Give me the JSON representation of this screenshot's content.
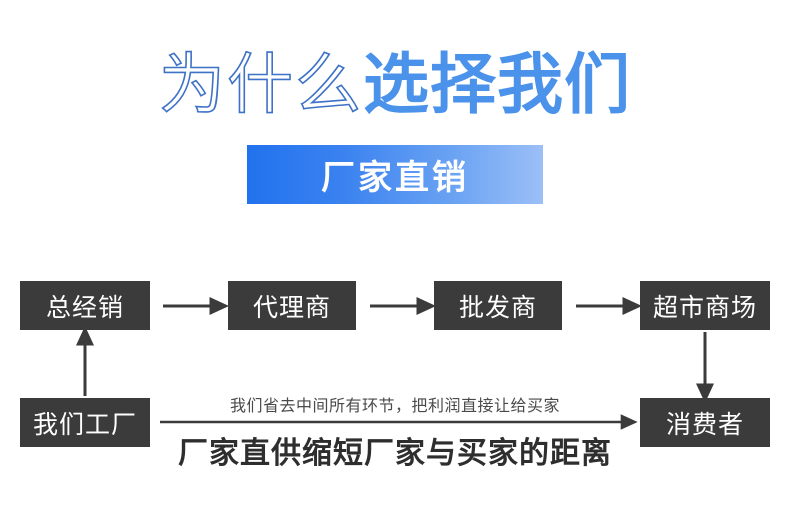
{
  "page": {
    "background_color": "#ffffff",
    "box_color": "#3b3b3b",
    "box_text_color": "#ffffff",
    "arrow_color": "#3b3b3b",
    "accent_blue": "#4a92ea",
    "outline_blue": "#3e72c6"
  },
  "heading": {
    "thin_text": "为什么",
    "bold_text": "选择我们"
  },
  "banner": {
    "text": "厂家直销",
    "gradient_start": "#2272ee",
    "gradient_end": "#9cbff7",
    "text_color": "#ffffff"
  },
  "flow": {
    "top_row": [
      {
        "id": "zongjingxiao",
        "label": "总经销"
      },
      {
        "id": "dailishang",
        "label": "代理商"
      },
      {
        "id": "pifashang",
        "label": "批发商"
      },
      {
        "id": "chaoshi",
        "label": "超市商场"
      }
    ],
    "bottom_row": [
      {
        "id": "gongchang",
        "label": "我们工厂"
      },
      {
        "id": "xiaofeizhe",
        "label": "消费者"
      }
    ],
    "arrows": [
      {
        "name": "arrow-zongjingxiao-to-dailishang",
        "direction": "right"
      },
      {
        "name": "arrow-dailishang-to-pifashang",
        "direction": "right"
      },
      {
        "name": "arrow-pifashang-to-chaoshi",
        "direction": "right"
      },
      {
        "name": "arrow-gongchang-to-zongjingxiao",
        "direction": "up"
      },
      {
        "name": "arrow-chaoshi-to-xiaofeizhe",
        "direction": "down"
      },
      {
        "name": "arrow-gongchang-to-xiaofeizhe",
        "direction": "right"
      }
    ]
  },
  "messages": {
    "line_top": "我们省去中间所有环节，把利润直接让给买家",
    "line_bottom": "厂家直供缩短厂家与买家的距离"
  }
}
